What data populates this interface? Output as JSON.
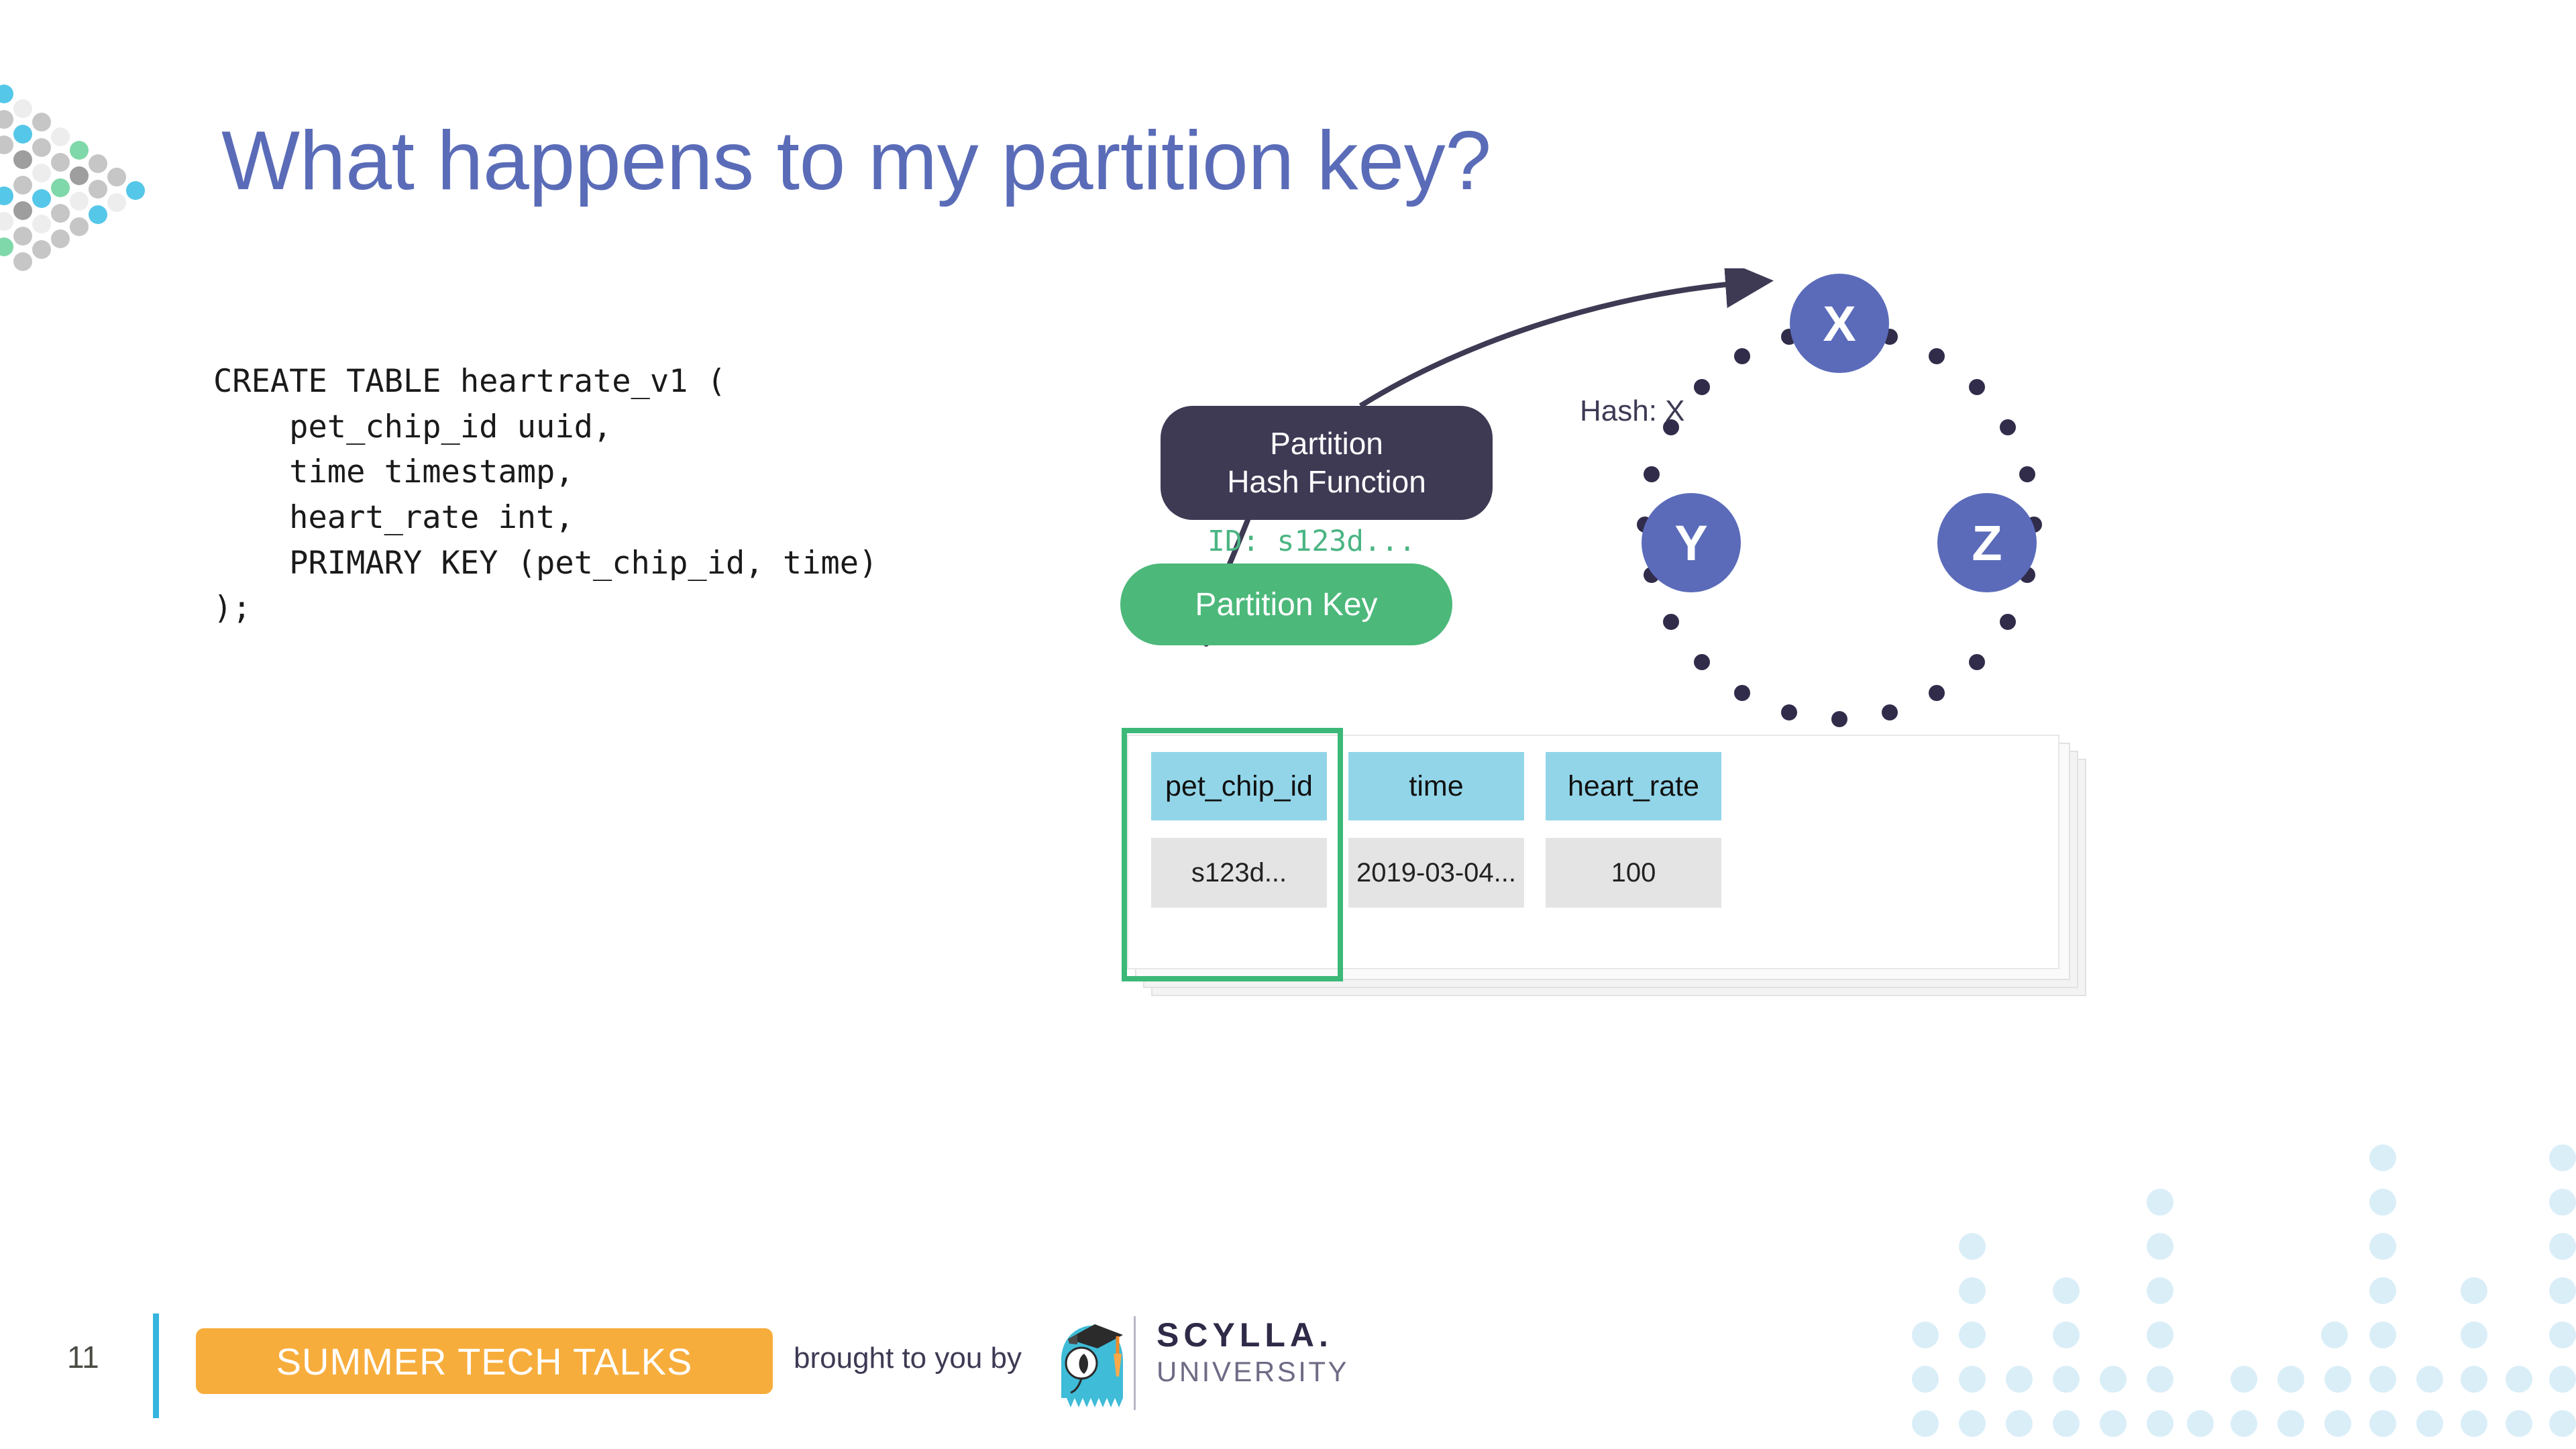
{
  "slide": {
    "title": "What happens to my partition key?",
    "title_color": "#5a6cb8",
    "background": "#ffffff"
  },
  "code": {
    "language": "cql",
    "text": "CREATE TABLE heartrate_v1 (\n    pet_chip_id uuid,\n    time timestamp,\n    heart_rate int,\n    PRIMARY KEY (pet_chip_id, time)\n);"
  },
  "diagram": {
    "hash_function_box": {
      "line1": "Partition",
      "line2": "Hash Function",
      "color": "#3e3a54",
      "text_color": "#ffffff"
    },
    "hash_label": "Hash: X",
    "id_label": "ID: s123d...",
    "id_label_color": "#4bb583",
    "partition_key_box": {
      "label": "Partition Key",
      "color": "#4cb87a",
      "text_color": "#ffffff"
    },
    "ring": {
      "node_color": "#5b6bba",
      "dot_color": "#302c4a",
      "nodes": [
        {
          "label": "X",
          "position": "top"
        },
        {
          "label": "Y",
          "position": "bottom-left"
        },
        {
          "label": "Z",
          "position": "bottom-right"
        }
      ]
    }
  },
  "table": {
    "header_color": "#92d5e8",
    "cell_color": "#e4e4e4",
    "highlight_color": "#3cb878",
    "highlighted_column": "pet_chip_id",
    "columns": [
      "pet_chip_id",
      "time",
      "heart_rate"
    ],
    "rows": [
      [
        "s123d...",
        "2019-03-04...",
        "100"
      ]
    ]
  },
  "footer": {
    "page_number": "11",
    "divider_color": "#35b5dd",
    "badge_label": "SUMMER TECH TALKS",
    "badge_color": "#f7ad3c",
    "brought_by_text": "brought to you by",
    "logo_name": "SCYLLA.",
    "logo_sub": "UNIVERSITY"
  }
}
